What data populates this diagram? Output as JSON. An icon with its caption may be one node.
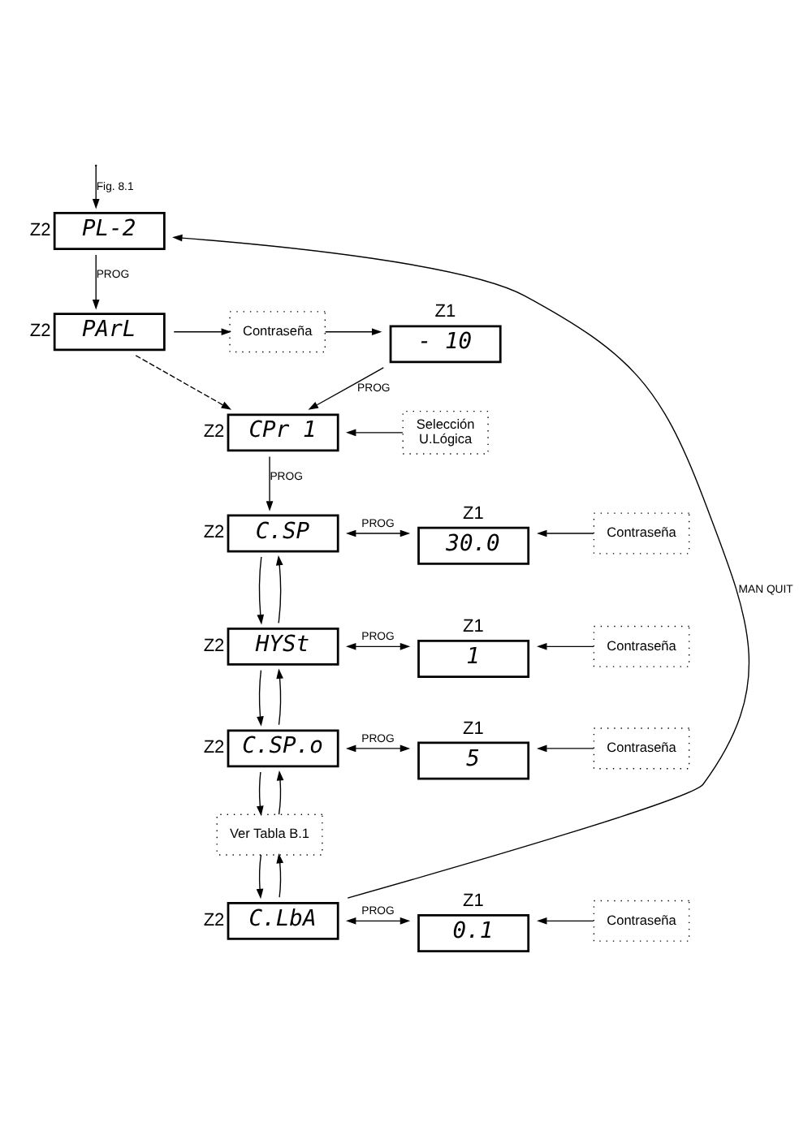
{
  "diagram": {
    "nodes": [
      {
        "text": [
          "PL-2"
        ],
        "beside": [
          "Z2"
        ]
      },
      {
        "text": [
          "PArL"
        ],
        "beside": [
          "Z2"
        ]
      },
      {
        "text": [
          "Contraseña"
        ]
      },
      {
        "text": [
          "- 10"
        ],
        "beside": [
          "Z1"
        ]
      },
      {
        "text": [
          "CPr 1"
        ],
        "beside": [
          "Z2"
        ]
      },
      {
        "text": [
          "Selección",
          "U.Lógica"
        ]
      },
      {
        "text": [
          "C.SP"
        ],
        "beside": [
          "Z2"
        ]
      },
      {
        "text": [
          "30.0"
        ],
        "beside": [
          "Z1"
        ]
      },
      {
        "text": [
          "Contraseña"
        ]
      },
      {
        "text": [
          "HYSt"
        ],
        "beside": [
          "Z2"
        ]
      },
      {
        "text": [
          "1"
        ],
        "beside": [
          "Z1"
        ]
      },
      {
        "text": [
          "Contraseña"
        ]
      },
      {
        "text": [
          "C.SP.o"
        ],
        "beside": [
          "Z2"
        ]
      },
      {
        "text": [
          "5"
        ],
        "beside": [
          "Z1"
        ]
      },
      {
        "text": [
          "Contraseña"
        ]
      },
      {
        "text": [
          "Ver Tabla B.1"
        ]
      },
      {
        "text": [
          "C.LbA"
        ],
        "beside": [
          "Z2"
        ]
      },
      {
        "text": [
          "0.1"
        ],
        "beside": [
          "Z1"
        ]
      },
      {
        "text": [
          "Contraseña"
        ]
      }
    ],
    "edges": [
      {
        "from": null,
        "to": 0,
        "arrow": "to",
        "label": "Fig. 8.1"
      },
      {
        "from": 0,
        "to": 1,
        "arrow": "to",
        "label": "PROG"
      },
      {
        "from": 1,
        "to": 2,
        "arrow": "to"
      },
      {
        "from": 2,
        "to": 3,
        "arrow": "to"
      },
      {
        "from": 3,
        "to": 4,
        "arrow": "to",
        "label": "PROG"
      },
      {
        "from": 1,
        "to": 4,
        "arrow": "to",
        "style": "dashed"
      },
      {
        "from": 5,
        "to": 4,
        "arrow": "to"
      },
      {
        "from": 4,
        "to": 6,
        "arrow": "to",
        "label": "PROG"
      },
      {
        "from": 6,
        "to": 7,
        "arrow": "both",
        "label": "PROG"
      },
      {
        "from": 8,
        "to": 7,
        "arrow": "to"
      },
      {
        "from": 6,
        "to": 9,
        "arrow": "to"
      },
      {
        "from": 9,
        "to": 6,
        "arrow": "to"
      },
      {
        "from": 9,
        "to": 10,
        "arrow": "both",
        "label": "PROG"
      },
      {
        "from": 11,
        "to": 10,
        "arrow": "to"
      },
      {
        "from": 9,
        "to": 12,
        "arrow": "to"
      },
      {
        "from": 12,
        "to": 9,
        "arrow": "to"
      },
      {
        "from": 12,
        "to": 13,
        "arrow": "both",
        "label": "PROG"
      },
      {
        "from": 14,
        "to": 13,
        "arrow": "to"
      },
      {
        "from": 12,
        "to": 15,
        "arrow": "to"
      },
      {
        "from": 15,
        "to": 12,
        "arrow": "to"
      },
      {
        "from": 15,
        "to": 16,
        "arrow": "to"
      },
      {
        "from": 16,
        "to": 15,
        "arrow": "to"
      },
      {
        "from": 16,
        "to": 17,
        "arrow": "both",
        "label": "PROG"
      },
      {
        "from": 18,
        "to": 17,
        "arrow": "to"
      },
      {
        "from": 16,
        "to": 0,
        "arrow": "to",
        "label": "MAN QUIT"
      }
    ]
  }
}
